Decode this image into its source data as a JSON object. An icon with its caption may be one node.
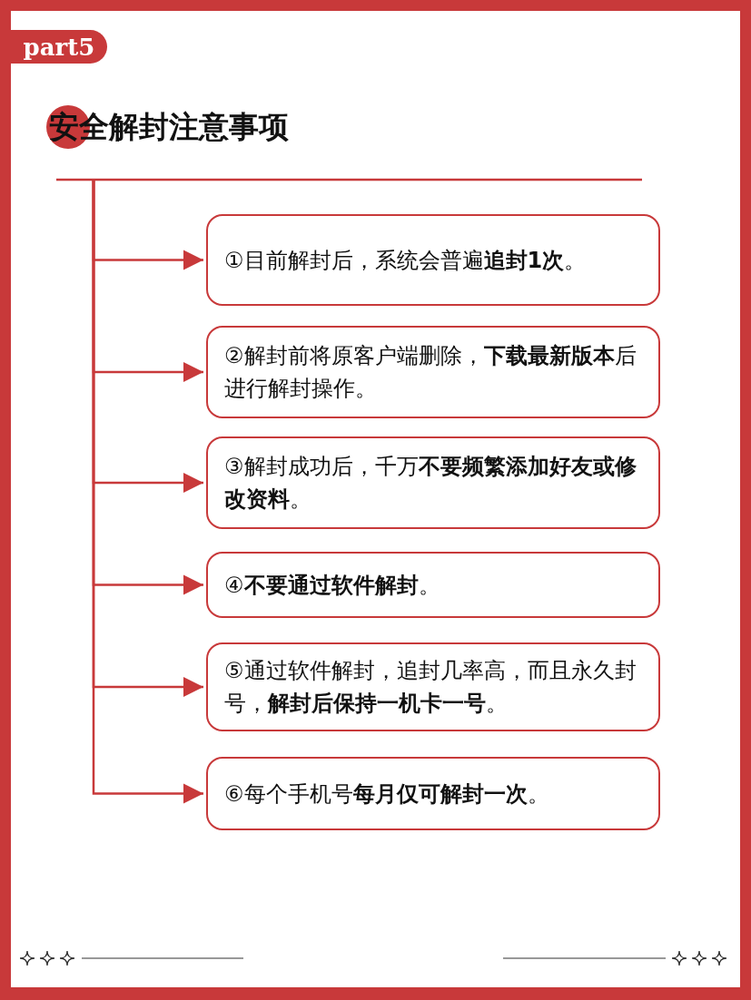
{
  "diagram": {
    "title": "安全解封注意事项",
    "nodes": [
      {
        "text": [
          "①目前解封后，系统会普遍**追封1次**。"
        ]
      },
      {
        "text": [
          "②解封前将原客户端删除，**下载最新版本**后进行解封操作。"
        ]
      },
      {
        "text": [
          "③解封成功后，千万**不要频繁添加好友或修改资料**。"
        ]
      },
      {
        "text": [
          "④**不要通过软件解封**。"
        ]
      },
      {
        "text": [
          "⑤通过软件解封，追封几率高，而且永久封号，**解封后保持一机卡一号**。"
        ]
      },
      {
        "text": [
          "⑥每个手机号**每月仅可解封一次**。"
        ]
      }
    ],
    "edges": [
      {
        "from": null,
        "to": 0,
        "arrow": "to"
      },
      {
        "from": null,
        "to": 1,
        "arrow": "to"
      },
      {
        "from": null,
        "to": 2,
        "arrow": "to"
      },
      {
        "from": null,
        "to": 3,
        "arrow": "to"
      },
      {
        "from": null,
        "to": 4,
        "arrow": "to"
      },
      {
        "from": null,
        "to": 5,
        "arrow": "to"
      }
    ],
    "labels": [
      "part5"
    ]
  }
}
